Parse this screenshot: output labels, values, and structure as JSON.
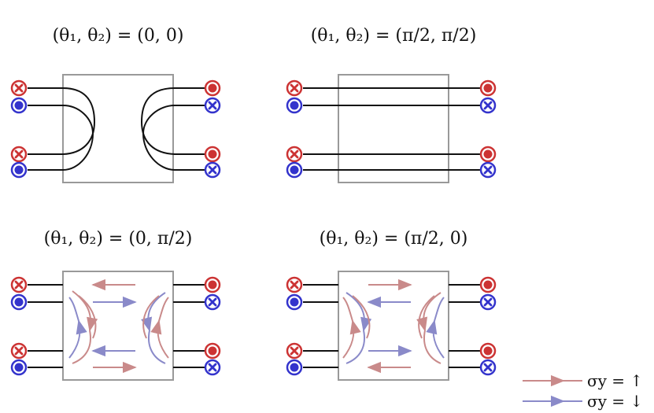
{
  "panels": {
    "p00": {
      "title": "(θ₁, θ₂) = (0, 0)"
    },
    "pp": {
      "title": "(θ₁, θ₂) = (π/2, π/2)"
    },
    "p0p": {
      "title": "(θ₁, θ₂) = (0, π/2)"
    },
    "pp0": {
      "title": "(θ₁, θ₂) = (π/2, 0)"
    }
  },
  "legend": {
    "up_label": "σy = ↑",
    "down_label": "σy = ↓"
  },
  "colors": {
    "red_terminal": "#cc3333",
    "blue_terminal": "#3333cc",
    "box": "#999999",
    "wire": "#111111",
    "spin_up_arrow": "#c98a8a",
    "spin_down_arrow": "#8a8ac9"
  },
  "icons": {
    "cross_terminal": "circle-cross-icon",
    "dot_terminal": "circle-dot-icon"
  }
}
